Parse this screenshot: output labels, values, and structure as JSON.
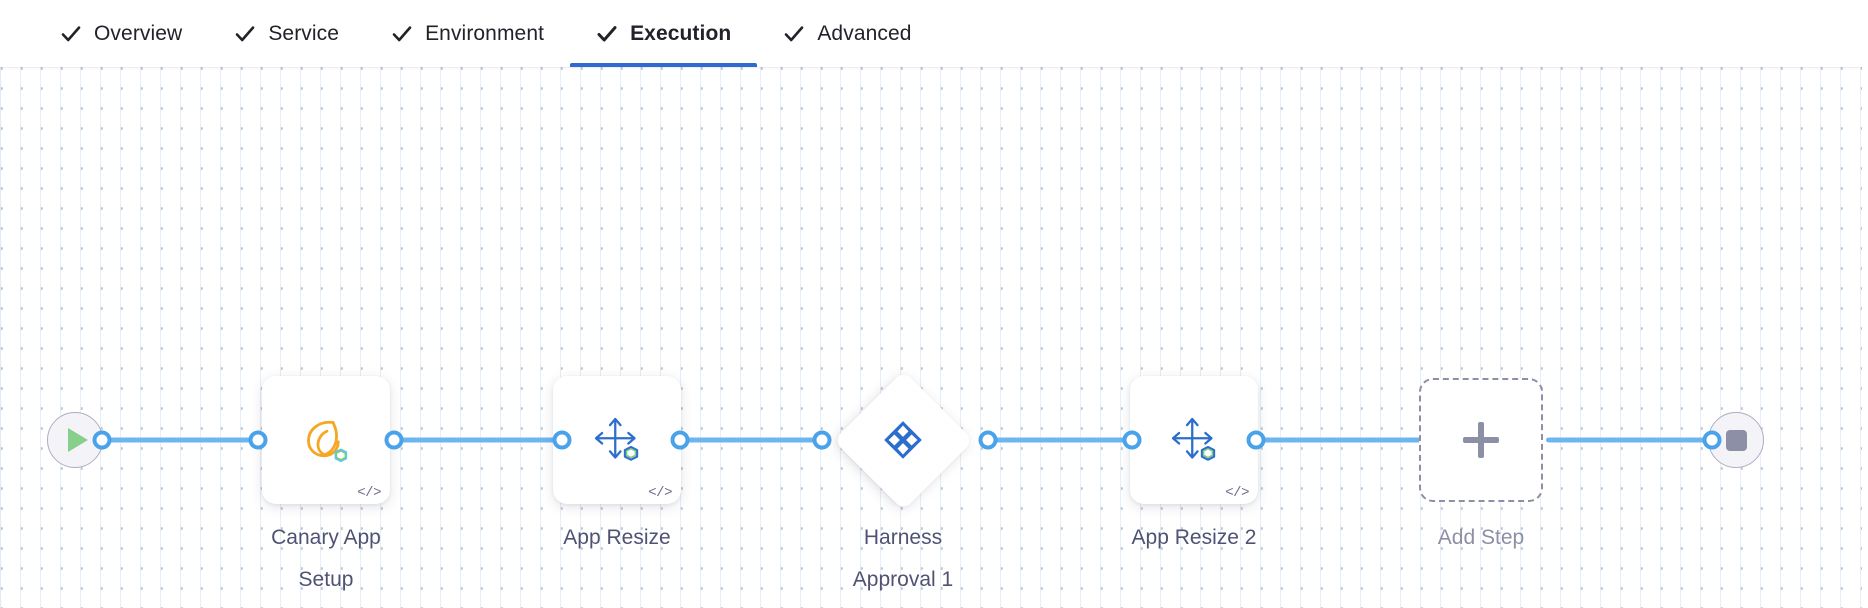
{
  "tabs": [
    {
      "label": "Overview",
      "icon": "check-icon",
      "active": false,
      "complete": true
    },
    {
      "label": "Service",
      "icon": "check-icon",
      "active": false,
      "complete": true
    },
    {
      "label": "Environment",
      "icon": "check-icon",
      "active": false,
      "complete": true
    },
    {
      "label": "Execution",
      "icon": "check-icon",
      "active": true,
      "complete": true
    },
    {
      "label": "Advanced",
      "icon": "check-icon",
      "active": false,
      "complete": true
    }
  ],
  "colors": {
    "accent": "#2f6ad1",
    "wire": "#6cb6f0",
    "port_ring": "#4aa3ea",
    "label": "#4f5274",
    "muted": "#8d8fa6",
    "harness_blue": "#2c6ecb",
    "tanzu_orange": "#f5a623",
    "start_green": "#86d08b",
    "stop_gray": "#8d8fa6"
  },
  "pipeline": {
    "start_node": {
      "name": "start-node",
      "icon": "play-icon"
    },
    "end_node": {
      "name": "end-node",
      "icon": "stop-icon"
    },
    "steps": [
      {
        "id": "canary-app-setup",
        "label": "Canary App\nSetup",
        "icon": "tanzu-app-setup-icon",
        "shape": "card",
        "code_badge": "</>"
      },
      {
        "id": "app-resize",
        "label": "App Resize",
        "icon": "app-resize-icon",
        "shape": "card",
        "code_badge": "</>"
      },
      {
        "id": "harness-approval-1",
        "label": "Harness\nApproval 1",
        "icon": "harness-approval-icon",
        "shape": "diamond",
        "code_badge": ""
      },
      {
        "id": "app-resize-2",
        "label": "App Resize 2",
        "icon": "app-resize-icon",
        "shape": "card",
        "code_badge": "</>"
      }
    ],
    "add_step": {
      "label": "Add Step",
      "icon": "plus-icon"
    }
  }
}
